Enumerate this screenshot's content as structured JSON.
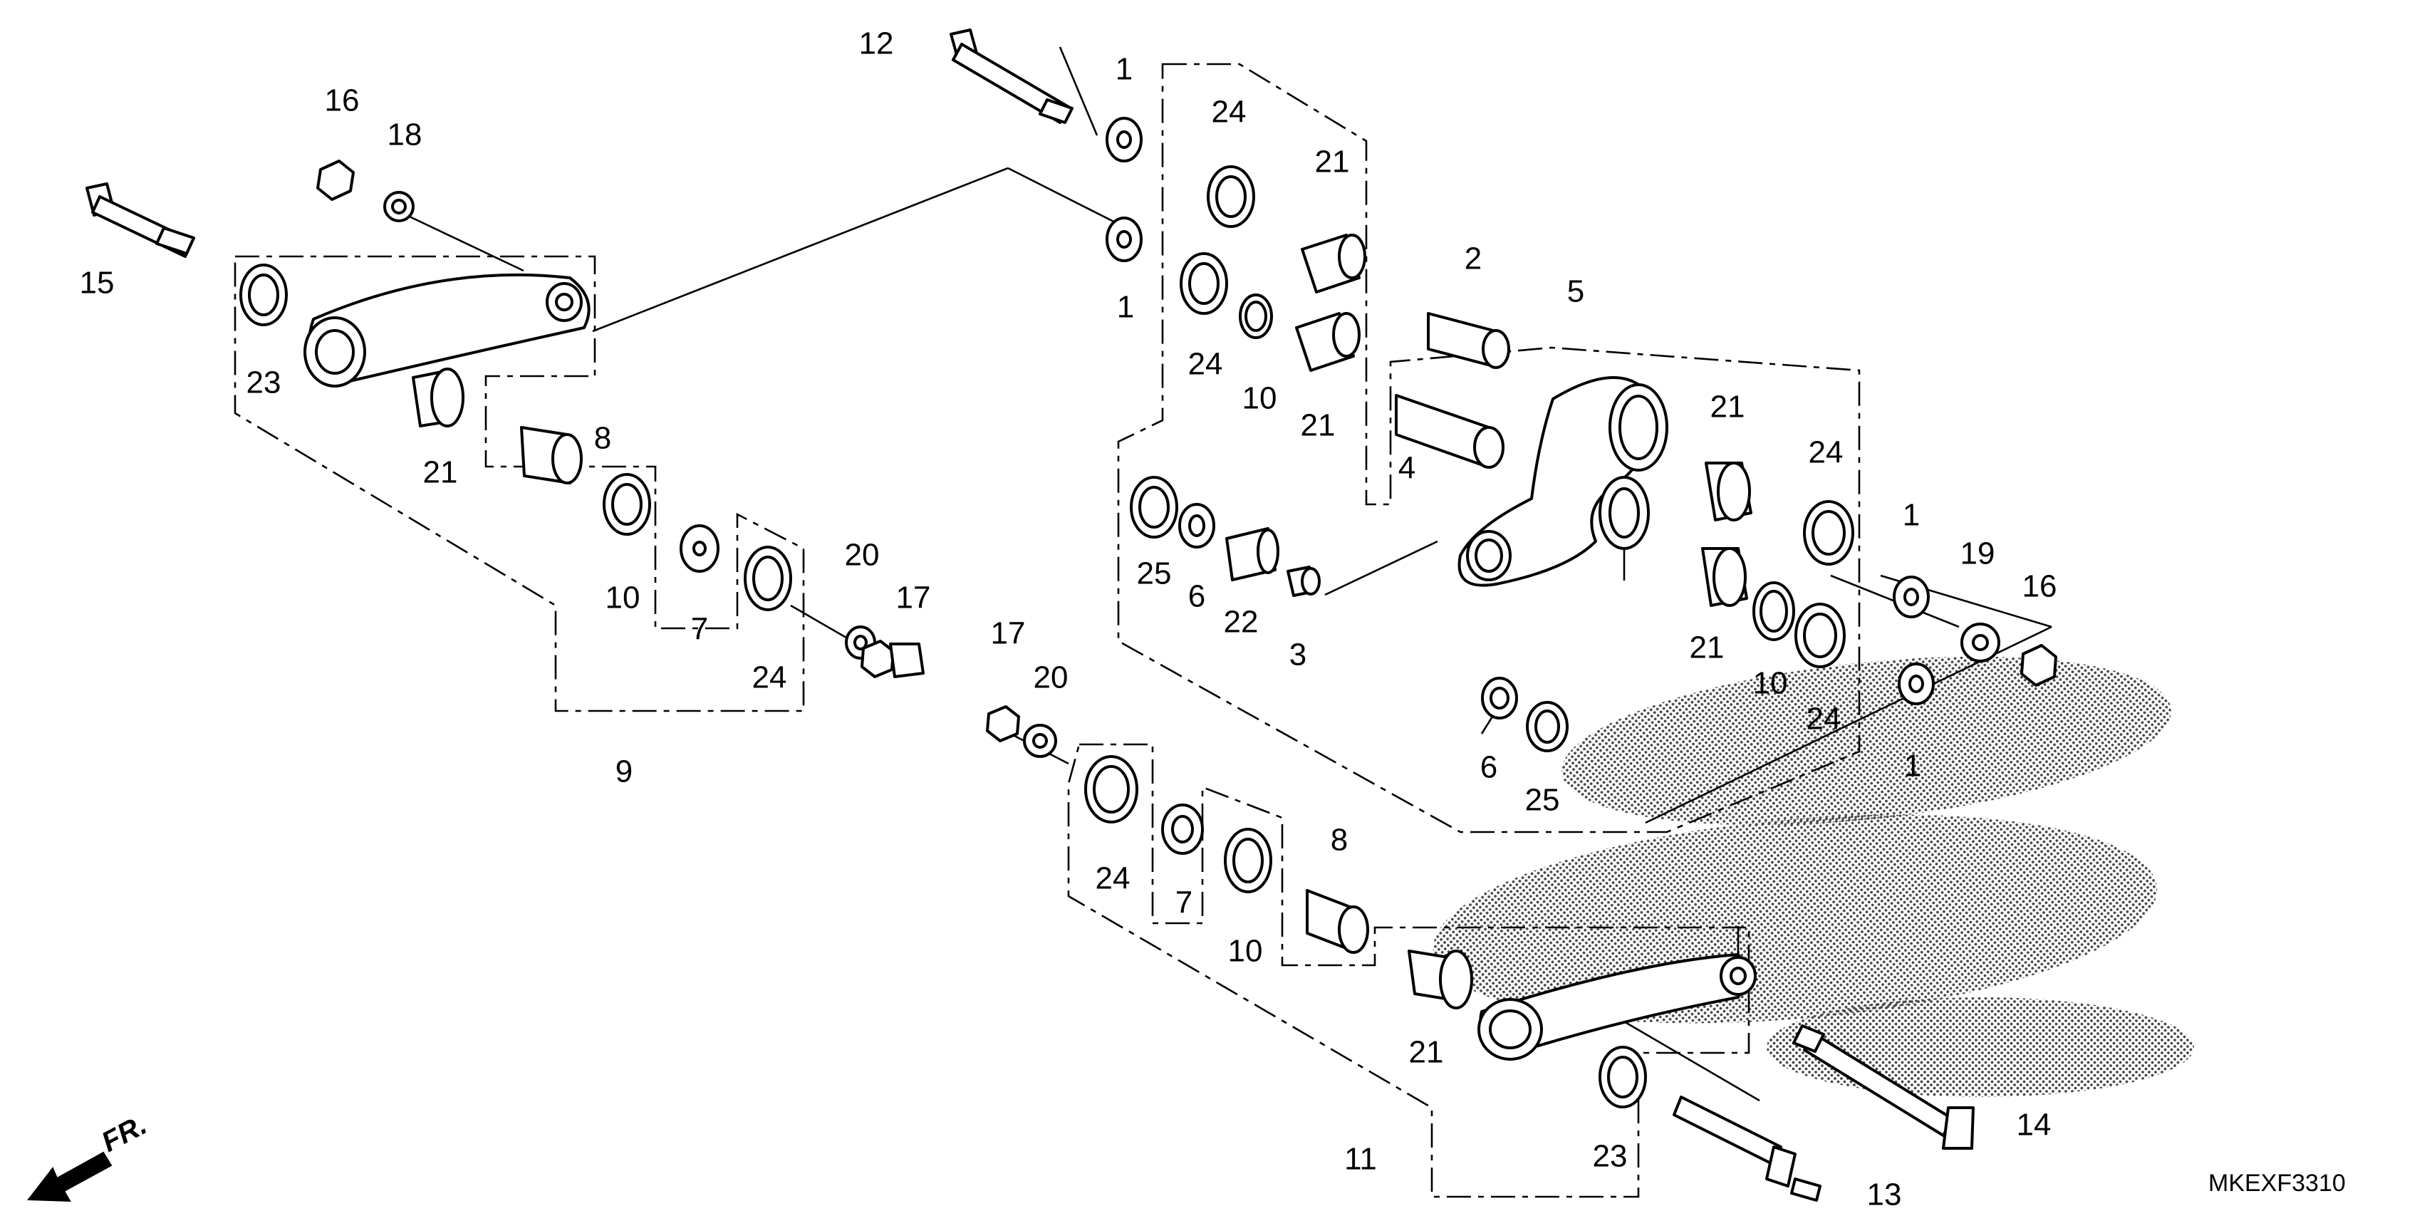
{
  "diagram_code": "MKEXF3310",
  "direction_label": "FR.",
  "callouts": {
    "c1": "1",
    "c2": "2",
    "c3": "3",
    "c4": "4",
    "c5": "5",
    "c6": "6",
    "c7": "7",
    "c8": "8",
    "c9": "9",
    "c10": "10",
    "c11": "11",
    "c12": "12",
    "c13": "13",
    "c14": "14",
    "c15": "15",
    "c16": "16",
    "c17": "17",
    "c18": "18",
    "c19": "19",
    "c20": "20",
    "c21": "21",
    "c22": "22",
    "c23": "23",
    "c24": "24",
    "c25": "25"
  }
}
